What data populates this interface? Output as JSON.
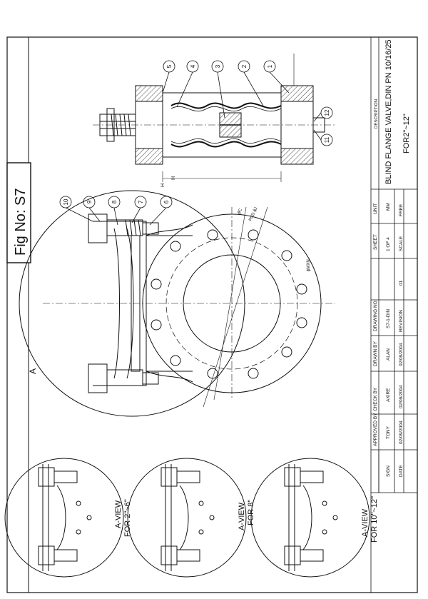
{
  "figure": {
    "label": "Fig No:  S7"
  },
  "view_marker": "A",
  "section_labels": {
    "h_top": "H",
    "h_side": "H"
  },
  "balloons": [
    "1",
    "2",
    "3",
    "4",
    "5",
    "6",
    "7",
    "8",
    "9",
    "10",
    "11",
    "12"
  ],
  "bolt_circle_labels": {
    "pcd": "PCD ϕJ",
    "dim_d": "ϕC",
    "holes": "ϕMXN"
  },
  "detail_views": [
    {
      "line1": "A-VIEW",
      "line2": "FOR 2\"~6\""
    },
    {
      "line1": "A-VIEW",
      "line2": "FOR 8\""
    },
    {
      "line1": "A-VIEW",
      "line2": "FOR 10\"~12\""
    }
  ],
  "title_block": {
    "description_header": "DESCRIPTION",
    "description_line1": "BLIND FLANGE VALVE,DIN PN 10/16/25",
    "description_line2": "FOR2\"~12\"",
    "headers": [
      "APPROVED BY",
      "CHECK BY",
      "DRAWN BY",
      "DRAWING NO.",
      "SHEET",
      "UNIT"
    ],
    "sign_label": "SIGN",
    "date_label": "DATE",
    "sign_row": [
      "TONY",
      "AXIRE",
      "ALAN",
      "S7-1-DIN",
      "1 OF 4",
      "MM"
    ],
    "date_row": [
      "02/09/2004",
      "02/09/2004",
      "02/09/2004"
    ],
    "revision_label": "REVISION",
    "revision_value": "01",
    "scale_label": "SCALE",
    "scale_value": "FREE"
  }
}
